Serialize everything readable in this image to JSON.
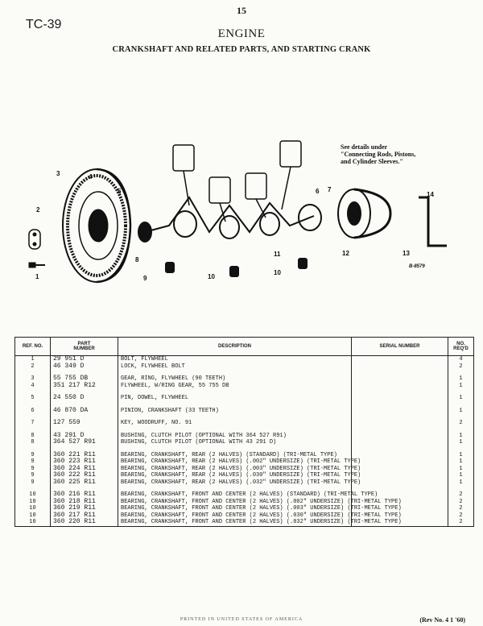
{
  "header": {
    "page_number": "15",
    "code": "TC-39",
    "section_title": "ENGINE",
    "subtitle": "CRANKSHAFT AND RELATED PARTS, AND STARTING CRANK"
  },
  "diagram": {
    "note_lines": [
      "See details under",
      "\"Connecting Rods, Pistons,",
      "and Cylinder Sleeves.\""
    ],
    "callouts": [
      "1",
      "2",
      "3",
      "4",
      "5",
      "6",
      "7",
      "8",
      "9",
      "10",
      "10",
      "10",
      "11",
      "12",
      "13",
      "14"
    ],
    "figure_id": "B-8579"
  },
  "table": {
    "headers": {
      "ref_no": "REF. NO.",
      "part_number_1": "PART",
      "part_number_2": "NUMBER",
      "description": "DESCRIPTION",
      "serial_number": "SERIAL NUMBER",
      "req_1": "NO.",
      "req_2": "REQ'D"
    },
    "rows": [
      {
        "ref": "1",
        "part": "29 951 D",
        "desc": "BOLT, FLYWHEEL",
        "qty": "4"
      },
      {
        "ref": "2",
        "part": "46 349 D",
        "desc": "LOCK, FLYWHEEL BOLT",
        "qty": "2"
      },
      {
        "gap": true
      },
      {
        "ref": "3",
        "part": "55 755 DB",
        "desc": "GEAR, RING, FLYWHEEL (90 TEETH)",
        "qty": "1"
      },
      {
        "ref": "4",
        "part": "351 217 R12",
        "desc": "FLYWHEEL, W/RING GEAR, 55 755 DB",
        "qty": "1"
      },
      {
        "gap": true
      },
      {
        "ref": "5",
        "part": "24 550 D",
        "desc": "PIN, DOWEL, FLYWHEEL",
        "qty": "1"
      },
      {
        "gap": true
      },
      {
        "ref": "6",
        "part": "46 870 DA",
        "desc": "PINION, CRANKSHAFT (33 TEETH)",
        "qty": "1"
      },
      {
        "gap": true
      },
      {
        "ref": "7",
        "part": "127 559",
        "desc": "KEY, WOODRUFF, NO. 91",
        "qty": "2"
      },
      {
        "gap": true
      },
      {
        "ref": "8",
        "part": "43 291 D",
        "desc": "BUSHING, CLUTCH PILOT (OPTIONAL WITH 364 527 R91)",
        "qty": "1"
      },
      {
        "ref": "8",
        "part": "364 527 R91",
        "desc": "BUSHING, CLUTCH PILOT (OPTIONAL WITH 43 291 D)",
        "qty": "1"
      },
      {
        "gap": true
      },
      {
        "ref": "9",
        "part": "360 221 R11",
        "desc": "BEARING, CRANKSHAFT, REAR (2 HALVES) (STANDARD) (TRI-METAL TYPE)",
        "qty": "1"
      },
      {
        "ref": "9",
        "part": "360 223 R11",
        "desc": "BEARING, CRANKSHAFT, REAR (2 HALVES) (.002\" UNDERSIZE) (TRI-METAL TYPE)",
        "qty": "1"
      },
      {
        "ref": "9",
        "part": "360 224 R11",
        "desc": "BEARING, CRANKSHAFT, REAR (2 HALVES) (.003\" UNDERSIZE) (TRI-METAL TYPE)",
        "qty": "1"
      },
      {
        "ref": "9",
        "part": "360 222 R11",
        "desc": "BEARING, CRANKSHAFT, REAR (2 HALVES) (.030\" UNDERSIZE) (TRI-METAL TYPE)",
        "qty": "1"
      },
      {
        "ref": "9",
        "part": "360 225 R11",
        "desc": "BEARING, CRANKSHAFT, REAR (2 HALVES) (.032\" UNDERSIZE) (TRI-METAL TYPE)",
        "qty": "1"
      },
      {
        "gap": true
      },
      {
        "ref": "10",
        "part": "360 216 R11",
        "desc": "BEARING, CRANKSHAFT, FRONT AND CENTER (2 HALVES) (STANDARD) (TRI-METAL TYPE)",
        "qty": "2"
      },
      {
        "ref": "10",
        "part": "360 218 R11",
        "desc": "BEARING, CRANKSHAFT, FRONT AND CENTER (2 HALVES) (.002\" UNDERSIZE) (TRI-METAL TYPE)",
        "qty": "2"
      },
      {
        "ref": "10",
        "part": "360 219 R11",
        "desc": "BEARING, CRANKSHAFT, FRONT AND CENTER (2 HALVES) (.003\" UNDERSIZE) (TRI-METAL TYPE)",
        "qty": "2"
      },
      {
        "ref": "10",
        "part": "360 217 R11",
        "desc": "BEARING, CRANKSHAFT, FRONT AND CENTER (2 HALVES) (.030\" UNDERSIZE) (TRI-METAL TYPE)",
        "qty": "2"
      },
      {
        "ref": "10",
        "part": "360 220 R11",
        "desc": "BEARING, CRANKSHAFT, FRONT AND CENTER (2 HALVES) (.032\" UNDERSIZE) (TRI-METAL TYPE)",
        "qty": "2"
      }
    ]
  },
  "footer": {
    "printed": "PRINTED IN UNITED STATES OF AMERICA",
    "revision": "(Rev No. 4 1 '60)"
  }
}
